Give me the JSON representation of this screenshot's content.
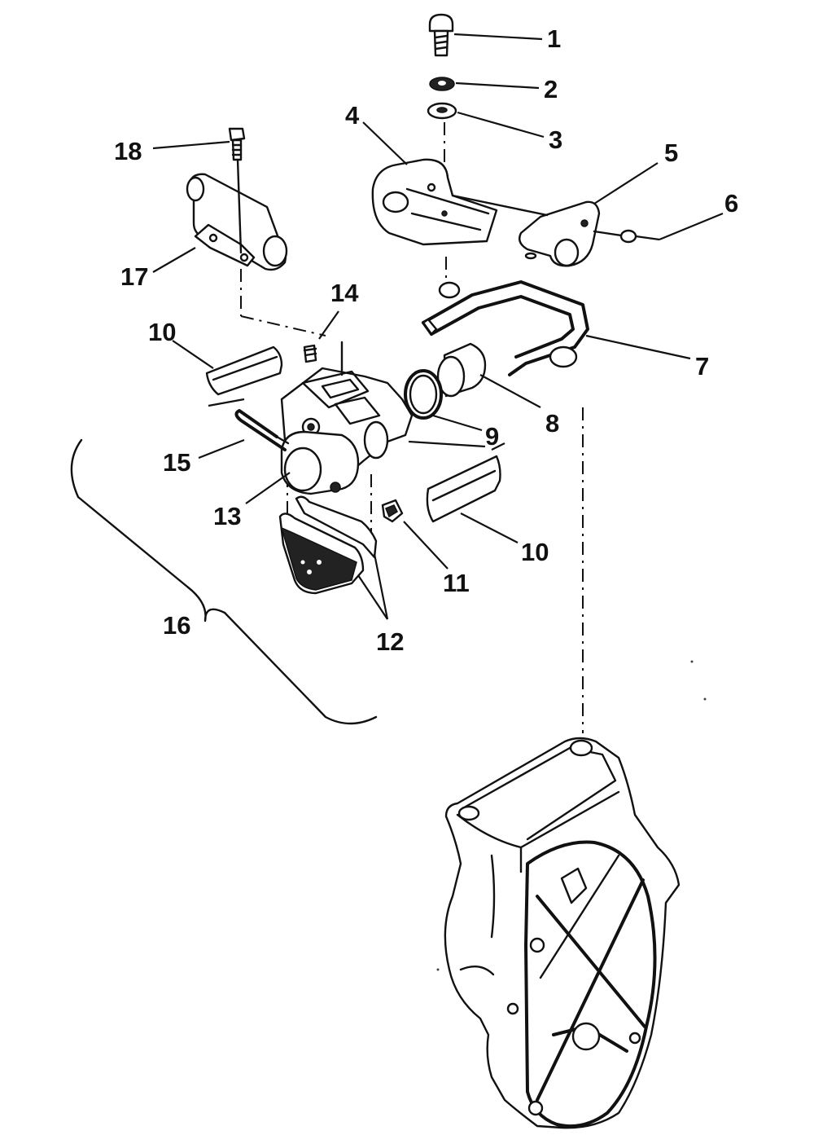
{
  "diagram": {
    "callouts": [
      {
        "id": "c1",
        "label": "1"
      },
      {
        "id": "c2",
        "label": "2"
      },
      {
        "id": "c3",
        "label": "3"
      },
      {
        "id": "c4",
        "label": "4"
      },
      {
        "id": "c5",
        "label": "5"
      },
      {
        "id": "c6",
        "label": "6"
      },
      {
        "id": "c7",
        "label": "7"
      },
      {
        "id": "c8",
        "label": "8"
      },
      {
        "id": "c9",
        "label": "9"
      },
      {
        "id": "c10a",
        "label": "10"
      },
      {
        "id": "c10b",
        "label": "10"
      },
      {
        "id": "c11",
        "label": "11"
      },
      {
        "id": "c12",
        "label": "12"
      },
      {
        "id": "c13",
        "label": "13"
      },
      {
        "id": "c14",
        "label": "14"
      },
      {
        "id": "c15",
        "label": "15"
      },
      {
        "id": "c16",
        "label": "16"
      },
      {
        "id": "c17",
        "label": "17"
      },
      {
        "id": "c18",
        "label": "18"
      }
    ]
  }
}
